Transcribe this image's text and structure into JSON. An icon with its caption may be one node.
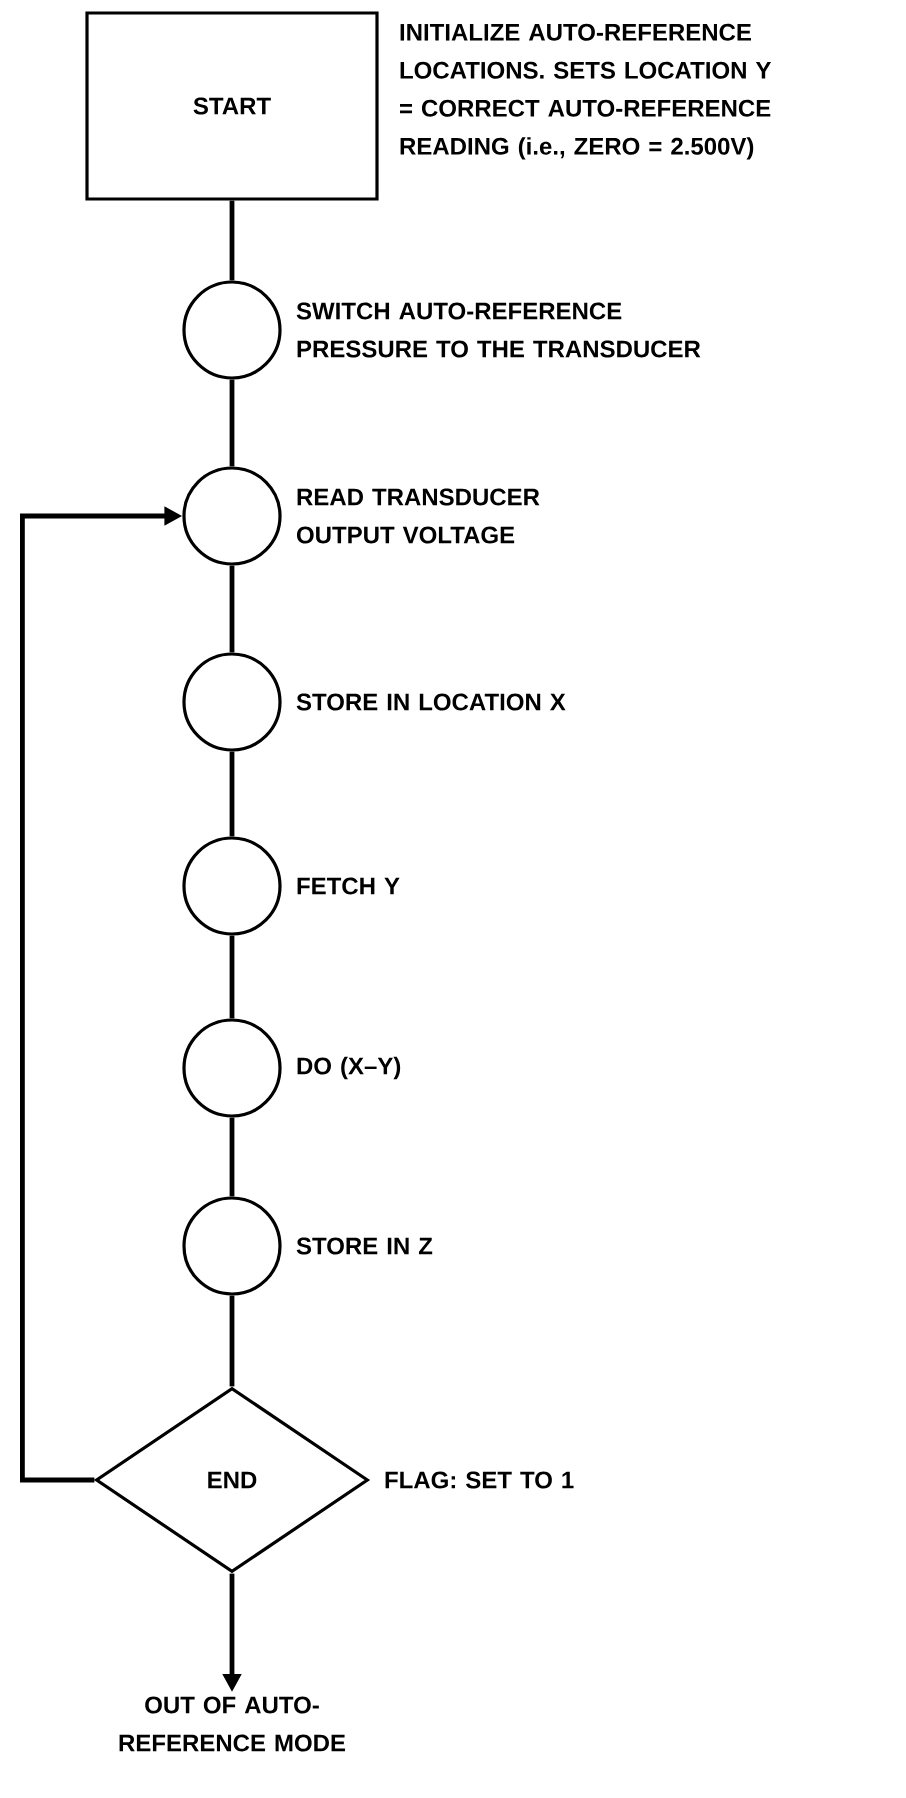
{
  "diagram": {
    "nodes": [
      {
        "text": [
          "START"
        ],
        "beside": [
          "INITIALIZE AUTO-REFERENCE LOCATIONS. SETS LOCATION Y = CORRECT AUTO-REFERENCE READING (i.e., ZERO = 2.500V)"
        ]
      },
      {
        "text": [],
        "shape": "circle",
        "beside": [
          "SWITCH AUTO-REFERENCE PRESSURE TO THE TRANSDUCER"
        ]
      },
      {
        "text": [],
        "shape": "circle",
        "beside": [
          "READ TRANSDUCER OUTPUT VOLTAGE"
        ]
      },
      {
        "text": [],
        "shape": "circle",
        "beside": [
          "STORE IN LOCATION X"
        ]
      },
      {
        "text": [],
        "shape": "circle",
        "beside": [
          "FETCH Y"
        ]
      },
      {
        "text": [],
        "shape": "circle",
        "beside": [
          "DO (X–Y)"
        ]
      },
      {
        "text": [],
        "shape": "circle",
        "beside": [
          "STORE IN Z"
        ]
      },
      {
        "text": [
          "END"
        ],
        "beside": [
          "FLAG: SET TO 1"
        ]
      },
      {
        "text": [
          "OUT OF AUTO-REFERENCE MODE"
        ]
      }
    ],
    "edges": [
      {
        "from": 0,
        "to": 1,
        "arrow": "none"
      },
      {
        "from": 1,
        "to": 2,
        "arrow": "none"
      },
      {
        "from": 2,
        "to": 3,
        "arrow": "none"
      },
      {
        "from": 3,
        "to": 4,
        "arrow": "none"
      },
      {
        "from": 4,
        "to": 5,
        "arrow": "none"
      },
      {
        "from": 5,
        "to": 6,
        "arrow": "none"
      },
      {
        "from": 6,
        "to": 7,
        "arrow": "none"
      },
      {
        "from": 7,
        "to": 2,
        "arrow": "to"
      },
      {
        "from": 7,
        "to": 8,
        "arrow": "to"
      }
    ]
  }
}
